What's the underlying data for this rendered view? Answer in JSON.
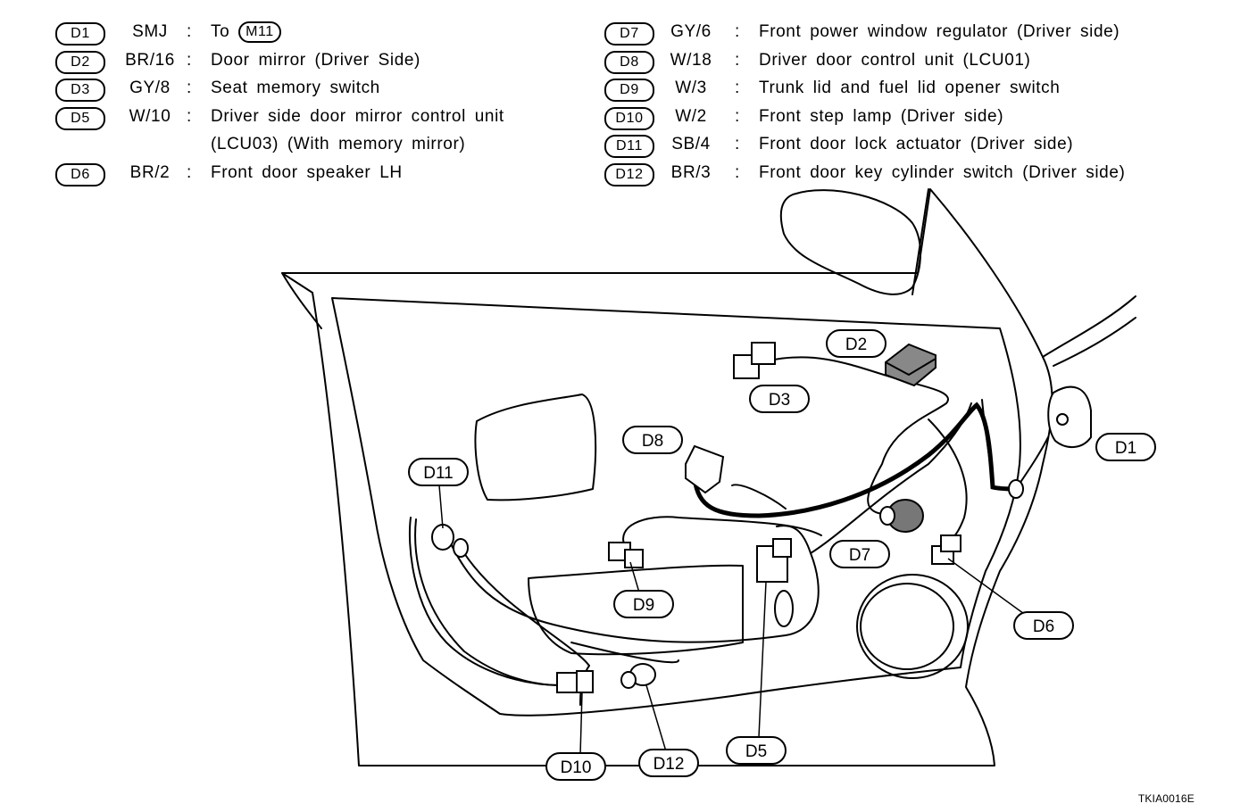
{
  "legend_left": [
    {
      "id": "D1",
      "code": "SMJ",
      "desc_prefix": "To",
      "desc_pill": "M11"
    },
    {
      "id": "D2",
      "code": "BR/16",
      "desc": "Door mirror (Driver Side)"
    },
    {
      "id": "D3",
      "code": "GY/8",
      "desc": "Seat memory switch"
    },
    {
      "id": "D5",
      "code": "W/10",
      "desc": "Driver side door mirror control unit",
      "desc2": "(LCU03) (With memory mirror)"
    },
    {
      "id": "D6",
      "code": "BR/2",
      "desc": "Front door speaker LH"
    }
  ],
  "legend_right": [
    {
      "id": "D7",
      "code": "GY/6",
      "desc": "Front power window regulator (Driver side)"
    },
    {
      "id": "D8",
      "code": "W/18",
      "desc": "Driver door control unit (LCU01)"
    },
    {
      "id": "D9",
      "code": "W/3",
      "desc": "Trunk lid and fuel lid opener switch"
    },
    {
      "id": "D10",
      "code": "W/2",
      "desc": "Front step lamp (Driver side)"
    },
    {
      "id": "D11",
      "code": "SB/4",
      "desc": "Front door lock actuator (Driver side)"
    },
    {
      "id": "D12",
      "code": "BR/3",
      "desc": "Front door key cylinder switch (Driver side)"
    }
  ],
  "callouts": {
    "D1": "D1",
    "D2": "D2",
    "D3": "D3",
    "D5": "D5",
    "D6": "D6",
    "D7": "D7",
    "D8": "D8",
    "D9": "D9",
    "D10": "D10",
    "D11": "D11",
    "D12": "D12"
  },
  "figure_code": "TKIA0016E"
}
